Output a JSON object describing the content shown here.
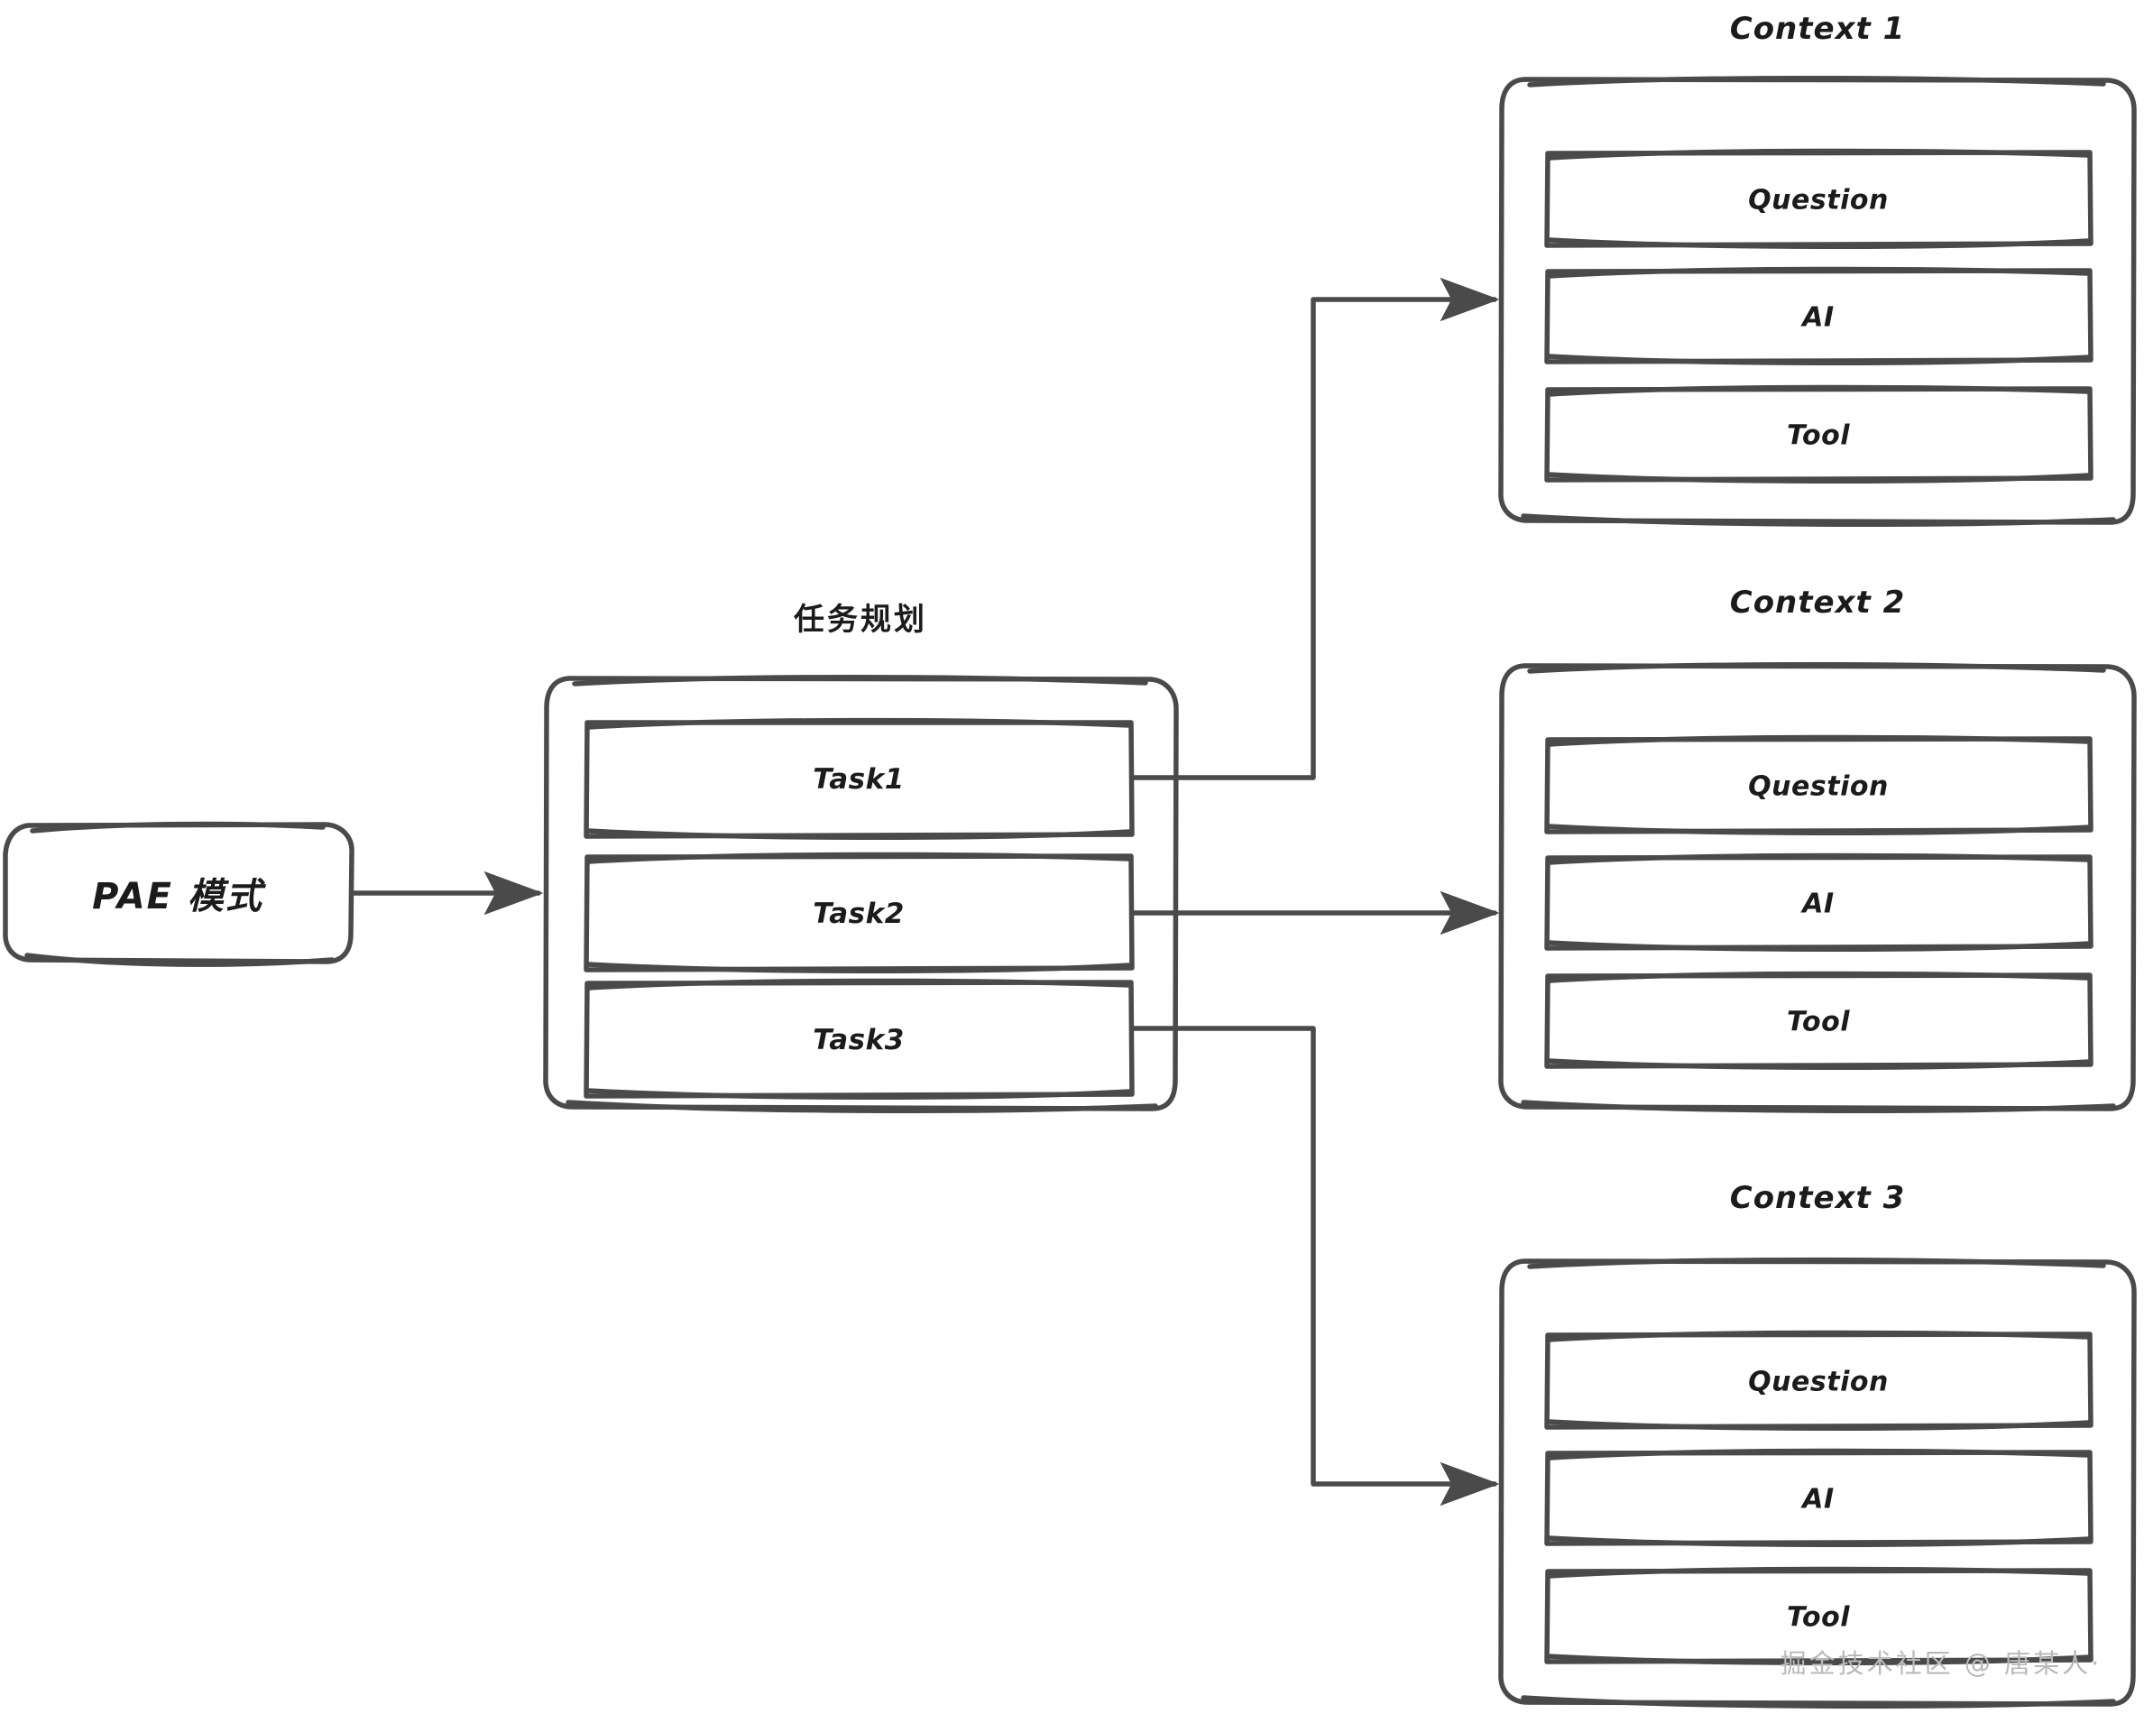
{
  "diagram": {
    "background_color": "#ffffff",
    "stroke_color": "#4a4a4a",
    "text_color": "#1b1b1b",
    "watermark_color": "#b9b9b9"
  },
  "source": {
    "label": "PAE 模式"
  },
  "planner": {
    "title": "任务规划",
    "tasks": [
      {
        "label": "Task1"
      },
      {
        "label": "Task2"
      },
      {
        "label": "Task3"
      }
    ]
  },
  "contexts": [
    {
      "title": "Context 1",
      "rows": [
        {
          "label": "Question"
        },
        {
          "label": "AI"
        },
        {
          "label": "Tool"
        }
      ]
    },
    {
      "title": "Context 2",
      "rows": [
        {
          "label": "Question"
        },
        {
          "label": "AI"
        },
        {
          "label": "Tool"
        }
      ]
    },
    {
      "title": "Context 3",
      "rows": [
        {
          "label": "Question"
        },
        {
          "label": "AI"
        },
        {
          "label": "Tool"
        }
      ]
    }
  ],
  "edges": [
    {
      "from": "Task1",
      "to": "Context 1"
    },
    {
      "from": "Task2",
      "to": "Context 2"
    },
    {
      "from": "Task3",
      "to": "Context 3"
    },
    {
      "from": "PAE 模式",
      "to": "任务规划"
    }
  ],
  "watermark": {
    "text": "掘金技术社区 @ 唐某人·"
  }
}
